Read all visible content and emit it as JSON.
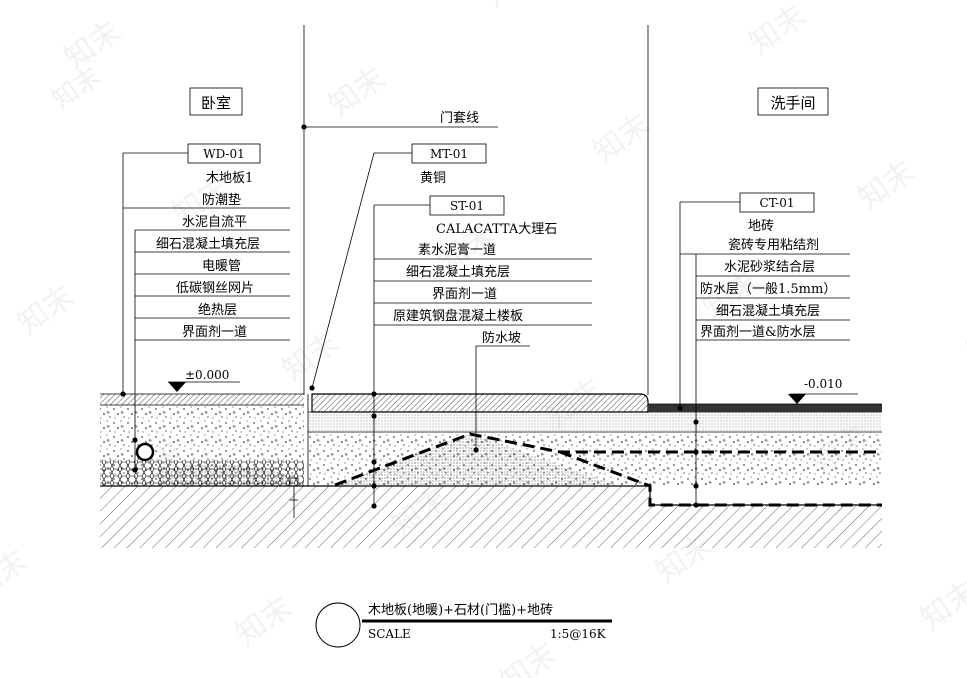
{
  "rooms": {
    "bedroom": "卧室",
    "washroom": "洗手间"
  },
  "door_casing_label": "门套线",
  "left_group": {
    "code": "WD-01",
    "layers": [
      "木地板1",
      "防潮垫",
      "水泥自流平",
      "细石混凝土填充层",
      "电暖管",
      "低碳钢丝网片",
      "绝热层",
      "界面剂一道"
    ]
  },
  "middle_top": {
    "code": "MT-01",
    "material": "黄铜"
  },
  "middle_group": {
    "code": "ST-01",
    "layers": [
      "CALACATTA大理石",
      "素水泥膏一道",
      "细石混凝土填充层",
      "界面剂一道",
      "原建筑钢盘混凝土楼板"
    ],
    "slope_label": "防水坡"
  },
  "right_group": {
    "code": "CT-01",
    "layers": [
      "地砖",
      "瓷砖专用粘结剂",
      "水泥砂浆结合层",
      "防水层（一般1.5mm）",
      "细石混凝土填充层",
      "界面剂一道&防水层"
    ]
  },
  "levels": {
    "left": "±0.000",
    "right": "-0.010"
  },
  "title_block": {
    "title": "木地板(地暖)+石材(门槛)+地砖",
    "scale_label": "SCALE",
    "scale_value": "1:5@16K"
  },
  "watermark": "知末"
}
